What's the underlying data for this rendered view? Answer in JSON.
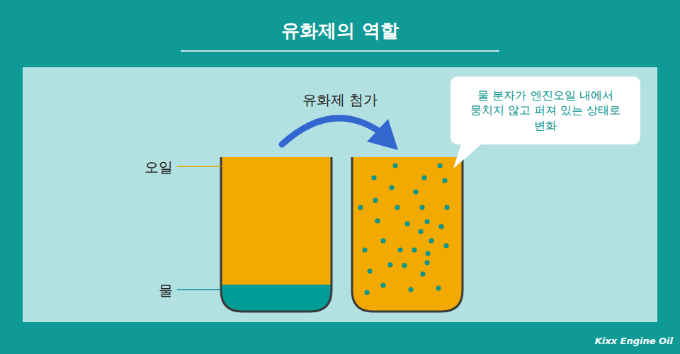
{
  "diagram": {
    "title": "유화제의 역할",
    "nodes": [
      {
        "text": [
          "물 분자가 엔진오일 내에서 뭉치지 않고 퍼져 있는 상태로 변화"
        ]
      }
    ],
    "labels": [
      "유화제 첨가",
      "오일",
      "물",
      "Kixx Engine Oil"
    ]
  }
}
